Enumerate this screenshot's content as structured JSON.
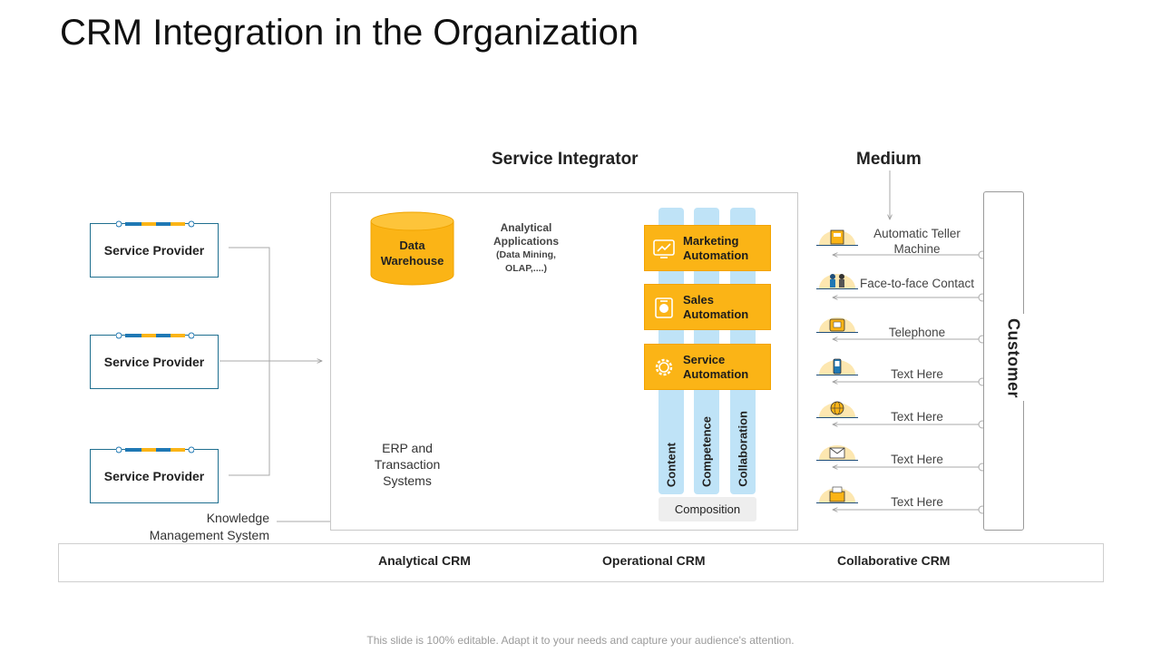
{
  "title": "CRM Integration in the Organization",
  "headers": {
    "service_integrator": "Service Integrator",
    "medium": "Medium"
  },
  "providers": [
    {
      "label": "Service Provider"
    },
    {
      "label": "Service Provider"
    },
    {
      "label": "Service Provider"
    }
  ],
  "knowledge_system": {
    "line1": "Knowledge",
    "line2": "Management System"
  },
  "data_warehouse": {
    "line1": "Data",
    "line2": "Warehouse"
  },
  "analytical_apps": {
    "line1": "Analytical",
    "line2": "Applications",
    "line3": "(Data Mining,",
    "line4": "OLAP,....)"
  },
  "erp": {
    "line1": "ERP and",
    "line2": "Transaction",
    "line3": "Systems"
  },
  "automation": [
    {
      "line1": "Marketing",
      "line2": "Automation",
      "icon": "marketing-icon"
    },
    {
      "line1": "Sales",
      "line2": "Automation",
      "icon": "sales-icon"
    },
    {
      "line1": "Service",
      "line2": "Automation",
      "icon": "service-gear-icon"
    }
  ],
  "columns": [
    "Content",
    "Competence",
    "Collaboration"
  ],
  "composition": "Composition",
  "medium_items": [
    {
      "line1": "Automatic Teller",
      "line2": "Machine",
      "icon": "atm-icon"
    },
    {
      "line1": "Face-to-face Contact",
      "line2": "",
      "icon": "people-icon"
    },
    {
      "line1": "Telephone",
      "line2": "",
      "icon": "telephone-icon"
    },
    {
      "line1": "Text Here",
      "line2": "",
      "icon": "mobile-phone-icon"
    },
    {
      "line1": "Text Here",
      "line2": "",
      "icon": "globe-icon"
    },
    {
      "line1": "Text Here",
      "line2": "",
      "icon": "mail-icon"
    },
    {
      "line1": "Text Here",
      "line2": "",
      "icon": "fax-icon"
    }
  ],
  "customer": "Customer",
  "footer": {
    "analytical": "Analytical CRM",
    "operational": "Operational CRM",
    "collaborative": "Collaborative CRM"
  },
  "caption": "This slide is 100% editable. Adapt it to your needs and capture your audience's attention.",
  "colors": {
    "accent_orange": "#fbb416",
    "light_blue": "#bfe3f7",
    "provider_border": "#1f6f8f",
    "tab_blue": "#1f78b4",
    "tab_yellow": "#fbb416"
  }
}
